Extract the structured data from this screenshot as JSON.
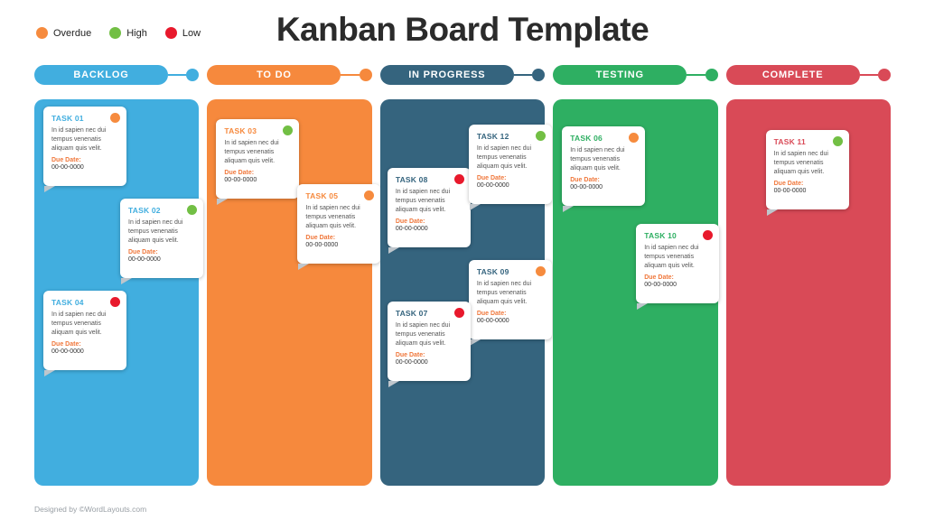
{
  "title": "Kanban Board Template",
  "footer": "Designed by ©WordLayouts.com",
  "legend": [
    {
      "label": "Overdue",
      "key": "overdue"
    },
    {
      "label": "High",
      "key": "high"
    },
    {
      "label": "Low",
      "key": "low"
    }
  ],
  "priority_colors": {
    "overdue": "#F68B3E",
    "high": "#72BF44",
    "low": "#E8192C"
  },
  "card": {
    "body": "In id sapien nec dui tempus venenatis aliquam quis velit.",
    "due_label": "Due Date:",
    "due_value": "00-00-0000",
    "due_label_color": "#F0783C"
  },
  "columns": [
    {
      "name": "BACKLOG",
      "color": "#41AEDF",
      "tasks": [
        {
          "id": "TASK 01",
          "priority": "overdue"
        },
        {
          "id": "TASK 02",
          "priority": "high"
        },
        {
          "id": "TASK 04",
          "priority": "low"
        }
      ]
    },
    {
      "name": "TO DO",
      "color": "#F6893D",
      "tasks": [
        {
          "id": "TASK 03",
          "priority": "high"
        },
        {
          "id": "TASK 05",
          "priority": "overdue"
        }
      ]
    },
    {
      "name": "IN PROGRESS",
      "color": "#35647E",
      "tasks": [
        {
          "id": "TASK 08",
          "priority": "low"
        },
        {
          "id": "TASK 12",
          "priority": "high"
        },
        {
          "id": "TASK 09",
          "priority": "overdue"
        },
        {
          "id": "TASK 07",
          "priority": "low"
        }
      ]
    },
    {
      "name": "TESTING",
      "color": "#2EAF62",
      "tasks": [
        {
          "id": "TASK 06",
          "priority": "overdue"
        },
        {
          "id": "TASK 10",
          "priority": "low"
        }
      ]
    },
    {
      "name": "COMPLETE",
      "color": "#D94A57",
      "tasks": [
        {
          "id": "TASK 11",
          "priority": "high"
        }
      ]
    }
  ]
}
